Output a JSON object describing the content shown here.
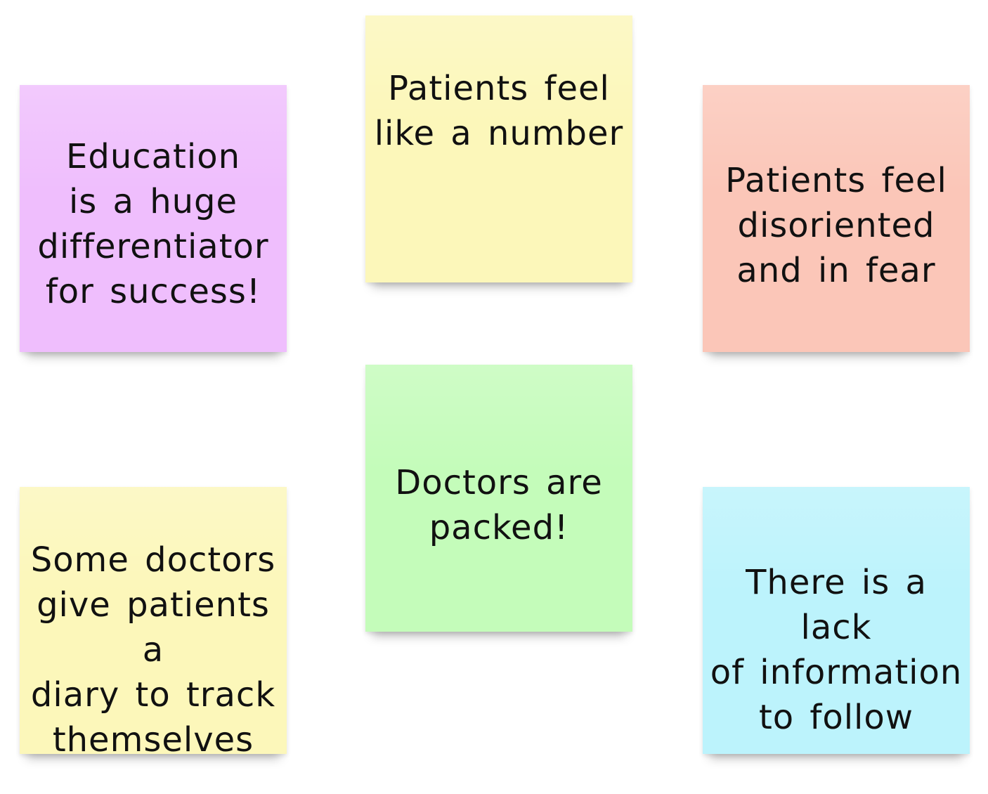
{
  "notes": [
    {
      "id": "note-1",
      "color": "#efbefd",
      "text": "Education\nis a huge\ndifferentiator\nfor success!"
    },
    {
      "id": "note-2",
      "color": "#fcf7ba",
      "text": "Patients feel\nlike a number"
    },
    {
      "id": "note-3",
      "color": "#fbc6b8",
      "text": "Patients feel\ndisoriented\nand in fear"
    },
    {
      "id": "note-4",
      "color": "#c4fcba",
      "text": "Doctors are\npacked!"
    },
    {
      "id": "note-5",
      "color": "#fcf7ba",
      "text": "Some doctors\ngive patients a\ndiary to track\nthemselves"
    },
    {
      "id": "note-6",
      "color": "#bcf3fc",
      "text": "There is a lack\nof information\nto follow"
    }
  ]
}
